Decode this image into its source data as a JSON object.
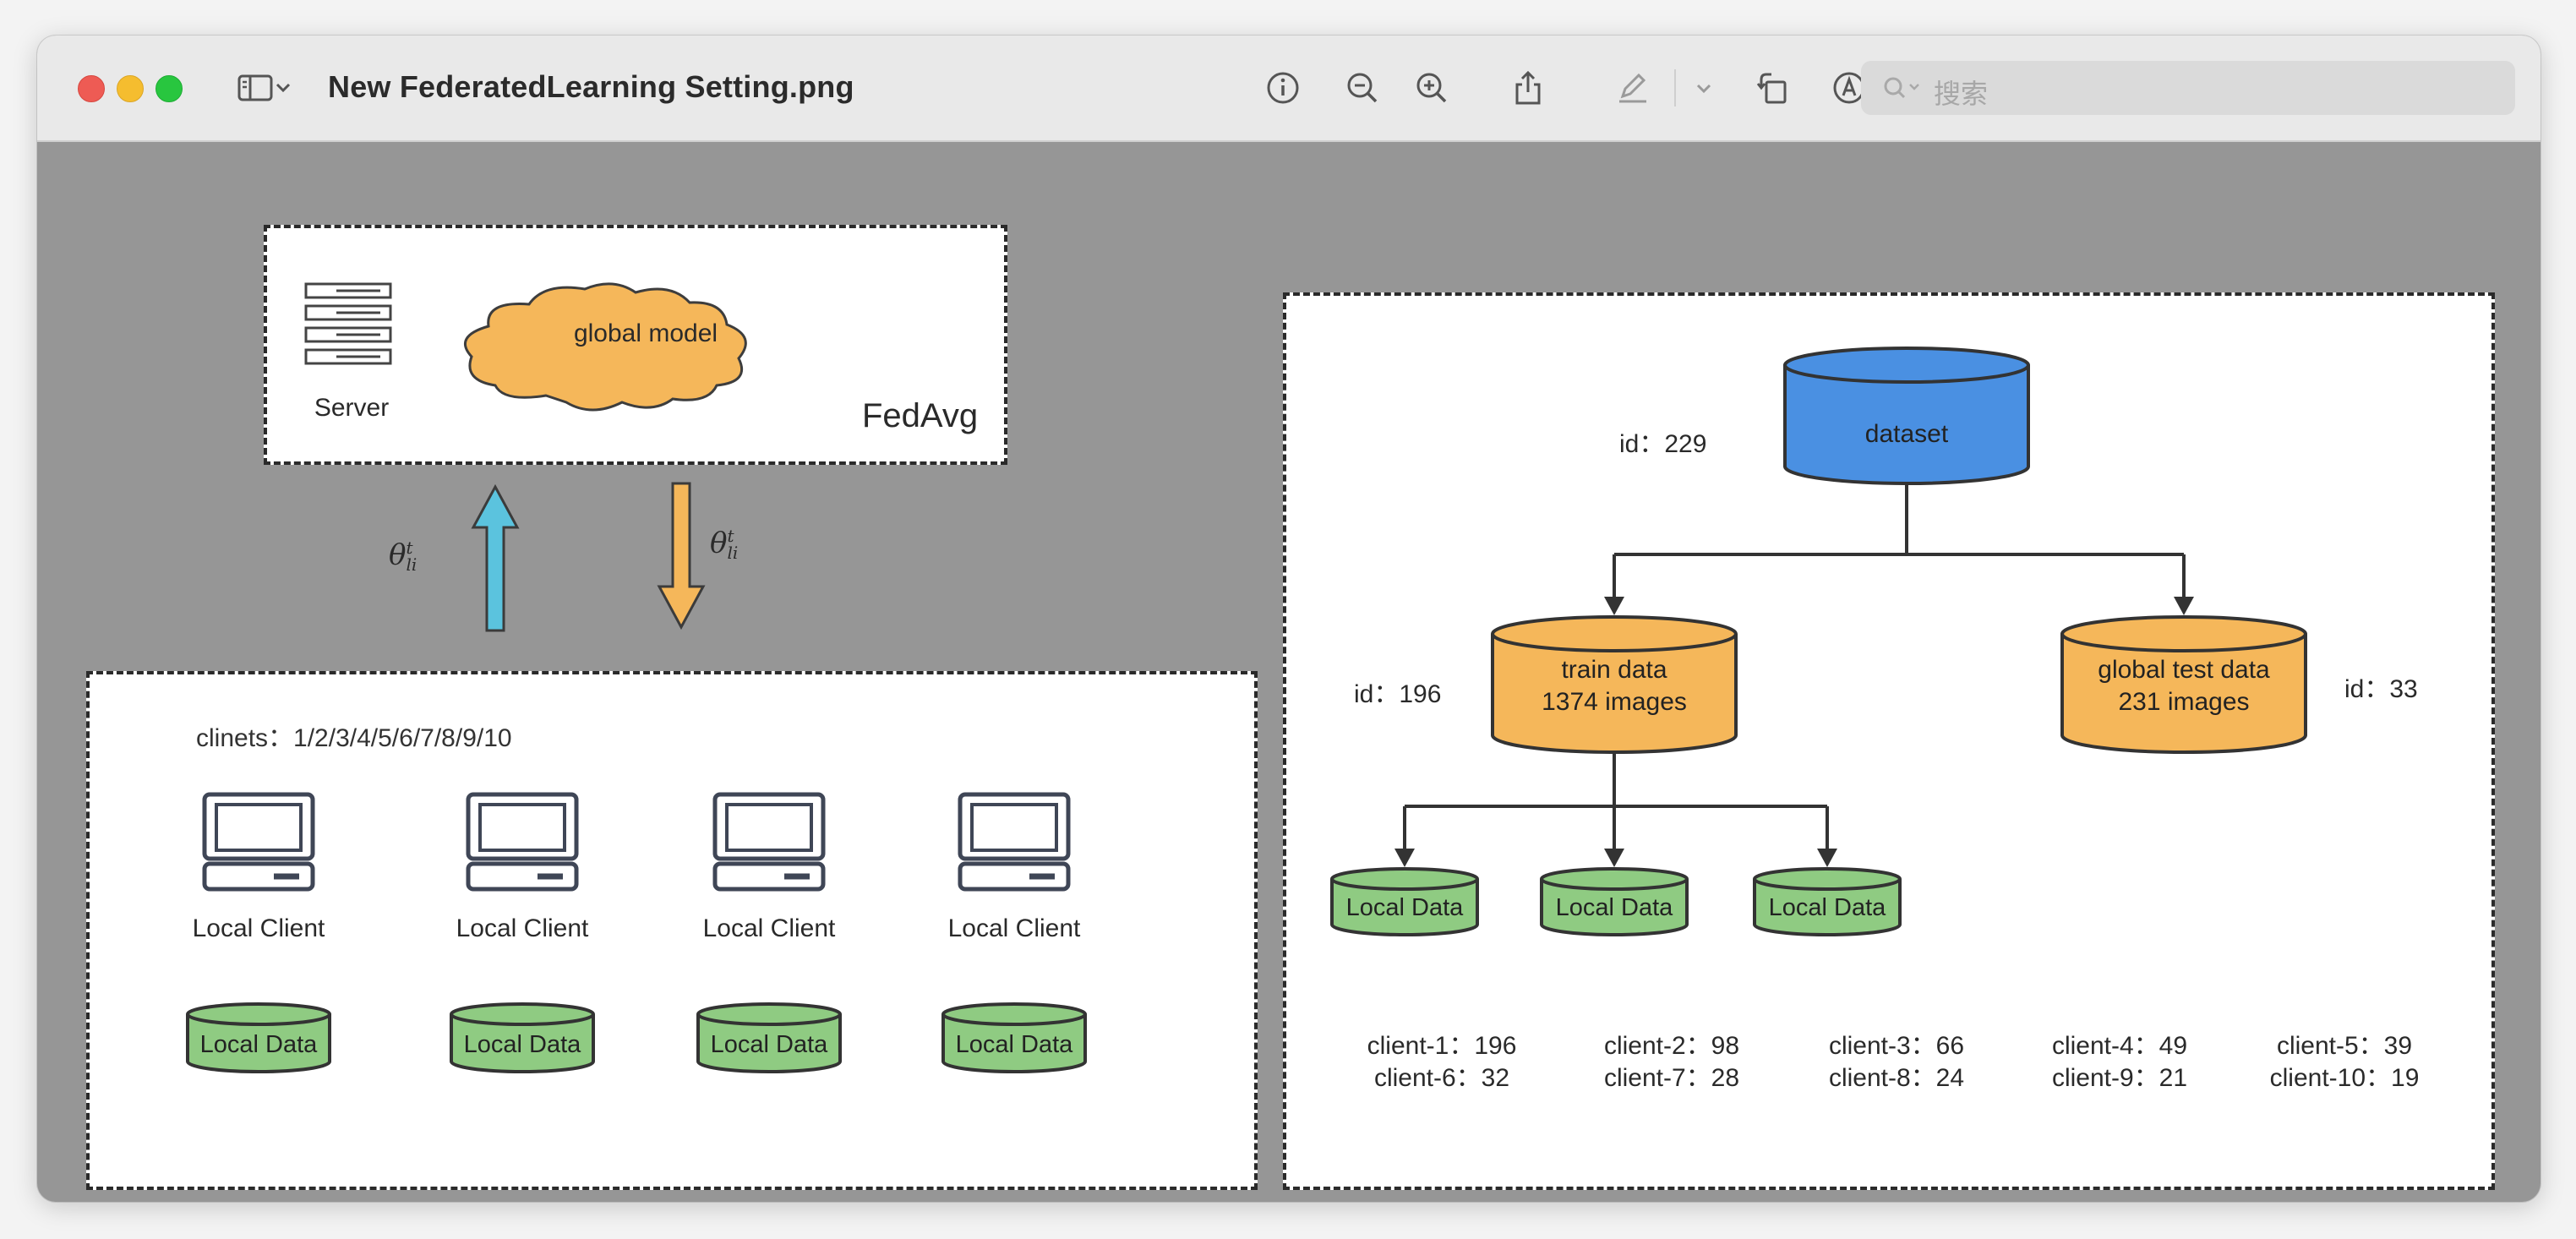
{
  "window": {
    "title": "New FederatedLearning Setting.png",
    "search_placeholder": "搜索"
  },
  "toolbar_icons": [
    "sidebar-icon",
    "chevron-down-icon",
    "info-icon",
    "zoom-out-icon",
    "zoom-in-icon",
    "share-icon",
    "markup-pen-icon",
    "chevron-down-icon",
    "rotate-icon",
    "annotate-icon",
    "search-icon"
  ],
  "colors": {
    "orange": "#f5b75a",
    "blue": "#4a90e2",
    "cyan": "#5bc3de",
    "green": "#8fcb82",
    "background": "#969696"
  },
  "diagram": {
    "server_panel": {
      "server_label": "Server",
      "cloud_label": "global model",
      "algorithm_label": "FedAvg"
    },
    "arrows": {
      "up_label": "θ",
      "up_sup": "t",
      "up_sub": "li",
      "down_label": "θ",
      "down_sup": "t",
      "down_sub": "li"
    },
    "client_panel": {
      "clients_text": "clinets：1/2/3/4/5/6/7/8/9/10",
      "clients": [
        {
          "label": "Local Client",
          "data_label": "Local Data"
        },
        {
          "label": "Local Client",
          "data_label": "Local Data"
        },
        {
          "label": "Local Client",
          "data_label": "Local Data"
        },
        {
          "label": "Local Client",
          "data_label": "Local Data"
        }
      ]
    },
    "dataset_panel": {
      "dataset": {
        "label": "dataset",
        "id_text": "id：229"
      },
      "train": {
        "line1": "train data",
        "line2": "1374 images",
        "id_text": "id：196"
      },
      "test": {
        "line1": "global test data",
        "line2": "231 images",
        "id_text": "id：33"
      },
      "local_data": [
        "Local Data",
        "Local Data",
        "Local Data"
      ],
      "client_counts_row1": [
        "client-1：196",
        "client-2：98",
        "client-3：66",
        "client-4：49",
        "client-5：39"
      ],
      "client_counts_row2": [
        "client-6：32",
        "client-7：28",
        "client-8：24",
        "client-9：21",
        "client-10：19"
      ]
    }
  }
}
